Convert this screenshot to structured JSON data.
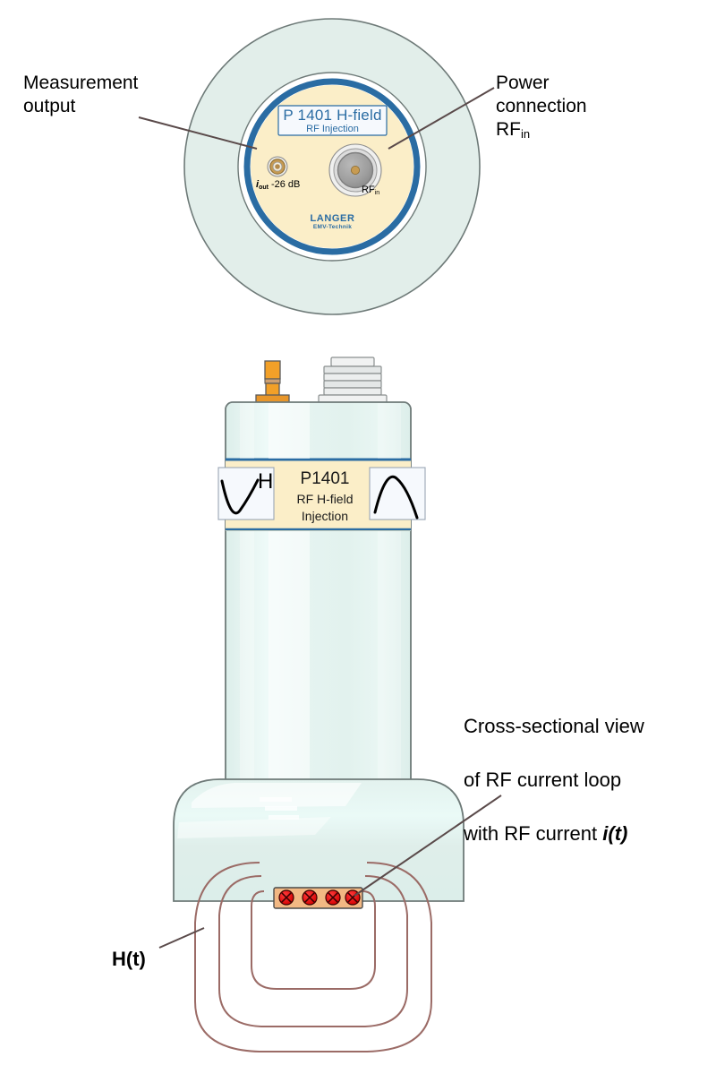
{
  "figure": {
    "title": "Langer P1401 RF H-field injection probe diagram",
    "annotations": {
      "measurement_output": "Measurement\noutput",
      "power_connection": "Power\nconnection\nRF",
      "power_connection_sub": "in",
      "cross_section_line1": "Cross-sectional view",
      "cross_section_line2": "of RF current loop",
      "cross_section_line3a": "with RF current ",
      "cross_section_line3b": "i(t)",
      "h_field": "H(t)"
    }
  },
  "top_view": {
    "name": "probe-top-view",
    "label_plate": {
      "title": "P 1401 H-field",
      "subtitle": "RF Injection"
    },
    "brand": {
      "name": "LANGER",
      "tagline": "EMV-Technik"
    },
    "ports": {
      "measurement": {
        "label_italic": "i",
        "label_sub": "out",
        "label_rest": "-26 dB"
      },
      "power": {
        "label": "RF",
        "label_sub": "in"
      }
    }
  },
  "side_view": {
    "name": "probe-side-view",
    "connectors": {
      "smb_output": "smb-connector-orange",
      "sma_input": "sma-connector-silver"
    },
    "body_label": {
      "model": "P1401",
      "line2": "RF H-field",
      "line3": "Injection",
      "symbol_left": "H"
    },
    "current_loop": {
      "conductor_count": 4,
      "marker": "current-into-page",
      "field_line_count": 3
    }
  },
  "colors": {
    "housing_mint": "#e2eeea",
    "body_light": "#e8f5f2",
    "ring_blue": "#2a6ca3",
    "plate_cream": "#fbeec8",
    "outline_gray": "#6e7a78",
    "field_line": "#9b6b66",
    "current_red": "#e00000",
    "conductor_tan": "#f0b87e",
    "connector_orange": "#f2a028",
    "connector_silver": "#e6e8e8"
  }
}
